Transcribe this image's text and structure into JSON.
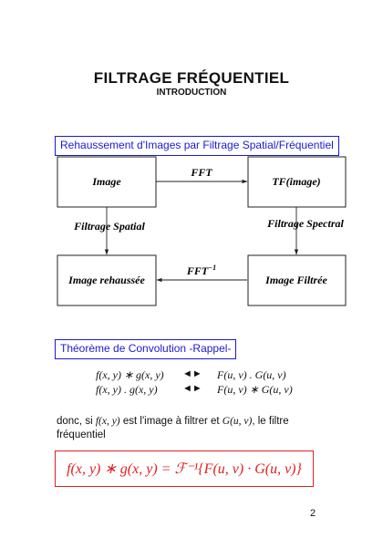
{
  "header": {
    "title": "FILTRAGE FRÉQUENTIEL",
    "subtitle": "INTRODUCTION"
  },
  "section1": {
    "label": "Rehaussement d'Images par Filtrage Spatial/Fréquentiel"
  },
  "diagram": {
    "nodes": {
      "image": "Image",
      "tf_image": "TF(image)",
      "image_rehaussee": "Image rehaussée",
      "image_filtree": "Image Filtrée"
    },
    "edges": {
      "fft": "FFT",
      "fft_inv_base": "FFT",
      "fft_inv_exp": "−1",
      "filtrage_spatial": "Filtrage Spatial",
      "filtrage_spectral": "Filtrage Spectral"
    }
  },
  "section2": {
    "label": "Théorème de Convolution -Rappel-"
  },
  "formulas": [
    {
      "left": "f(x, y) ∗ g(x, y)",
      "arrow": "◄►",
      "right": "F(u, ν) . G(u, ν)"
    },
    {
      "left": "f(x, y) . g(x, y)",
      "arrow": "◄►",
      "right": "F(u, ν) ∗ G(u, ν)"
    }
  ],
  "paragraph": {
    "p1": "donc, si ",
    "m1": "f(x, y)",
    "p2": " est l'image à filtrer et ",
    "m2": "G(u, ν)",
    "p3": ", le filtre fréquentiel"
  },
  "result_formula": "f(x, y) ∗ g(x, y) = ℱ⁻¹{F(u, ν) · G(u, ν)}",
  "page_number": "2"
}
